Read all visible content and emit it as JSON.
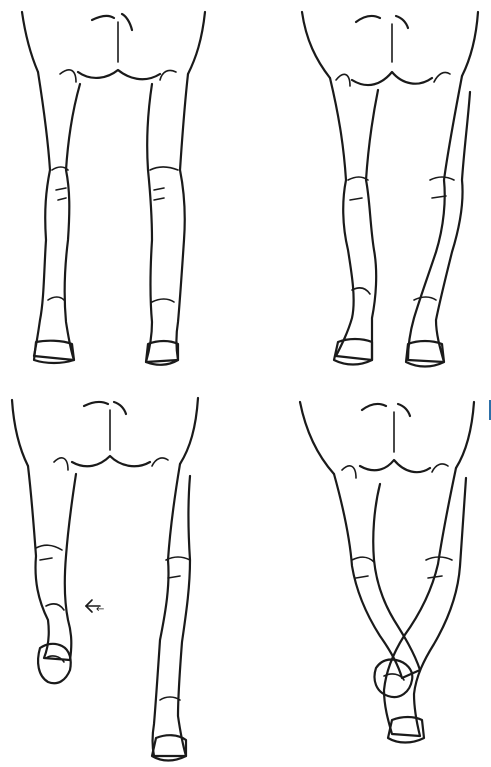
{
  "figure": {
    "panels": [
      {
        "id": "top-left"
      },
      {
        "id": "top-right"
      },
      {
        "id": "bottom-left"
      },
      {
        "id": "bottom-right"
      }
    ],
    "annotation": {
      "text": "←"
    },
    "colors": {
      "ink": "#1a1a1a",
      "paper": "#ffffff",
      "edge_mark": "#2c6fa8"
    }
  }
}
